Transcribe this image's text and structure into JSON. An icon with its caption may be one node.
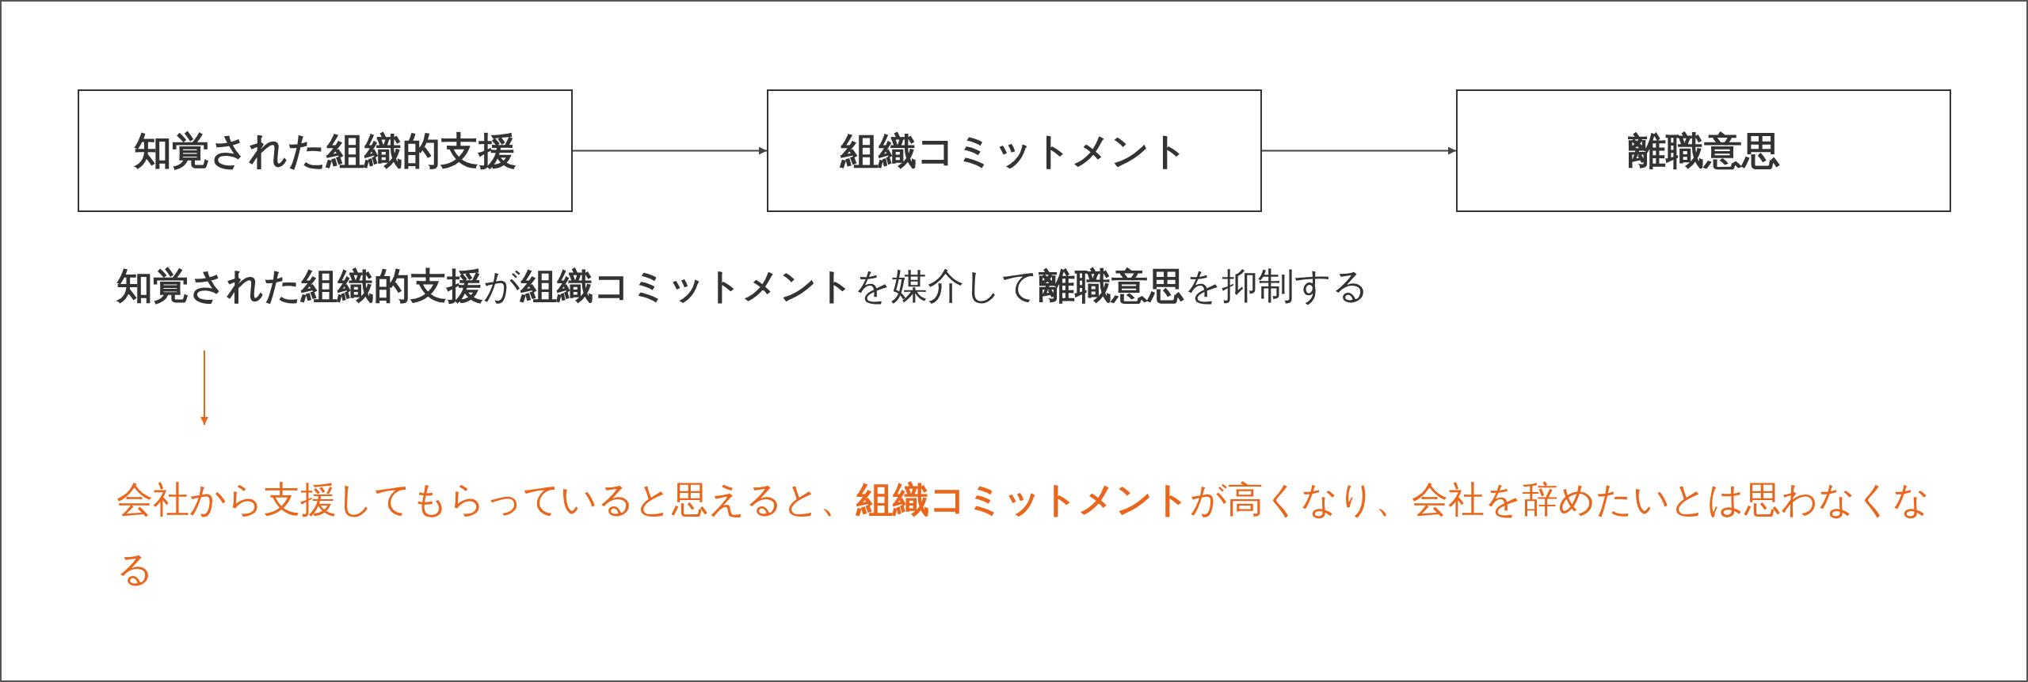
{
  "diagram": {
    "nodes": [
      {
        "text": [
          "知覚された組織的支援"
        ]
      },
      {
        "text": [
          "組織コミットメント"
        ]
      },
      {
        "text": [
          "離職意思"
        ]
      },
      {
        "text": [
          "**知覚された組織的支援**が**組織コミットメント**を媒介して**離職意思**を抑制する"
        ]
      },
      {
        "text": [
          "会社から支援してもらっていると思えると、**組織コミットメント**が高くなり、会社を辞めたいとは思わなくなる"
        ]
      }
    ],
    "edges": [
      {
        "from": 0,
        "to": 1,
        "arrow": "to"
      },
      {
        "from": 1,
        "to": 2,
        "arrow": "to"
      },
      {
        "from": 3,
        "to": 4,
        "arrow": "to",
        "color": "#e8671c"
      }
    ]
  }
}
